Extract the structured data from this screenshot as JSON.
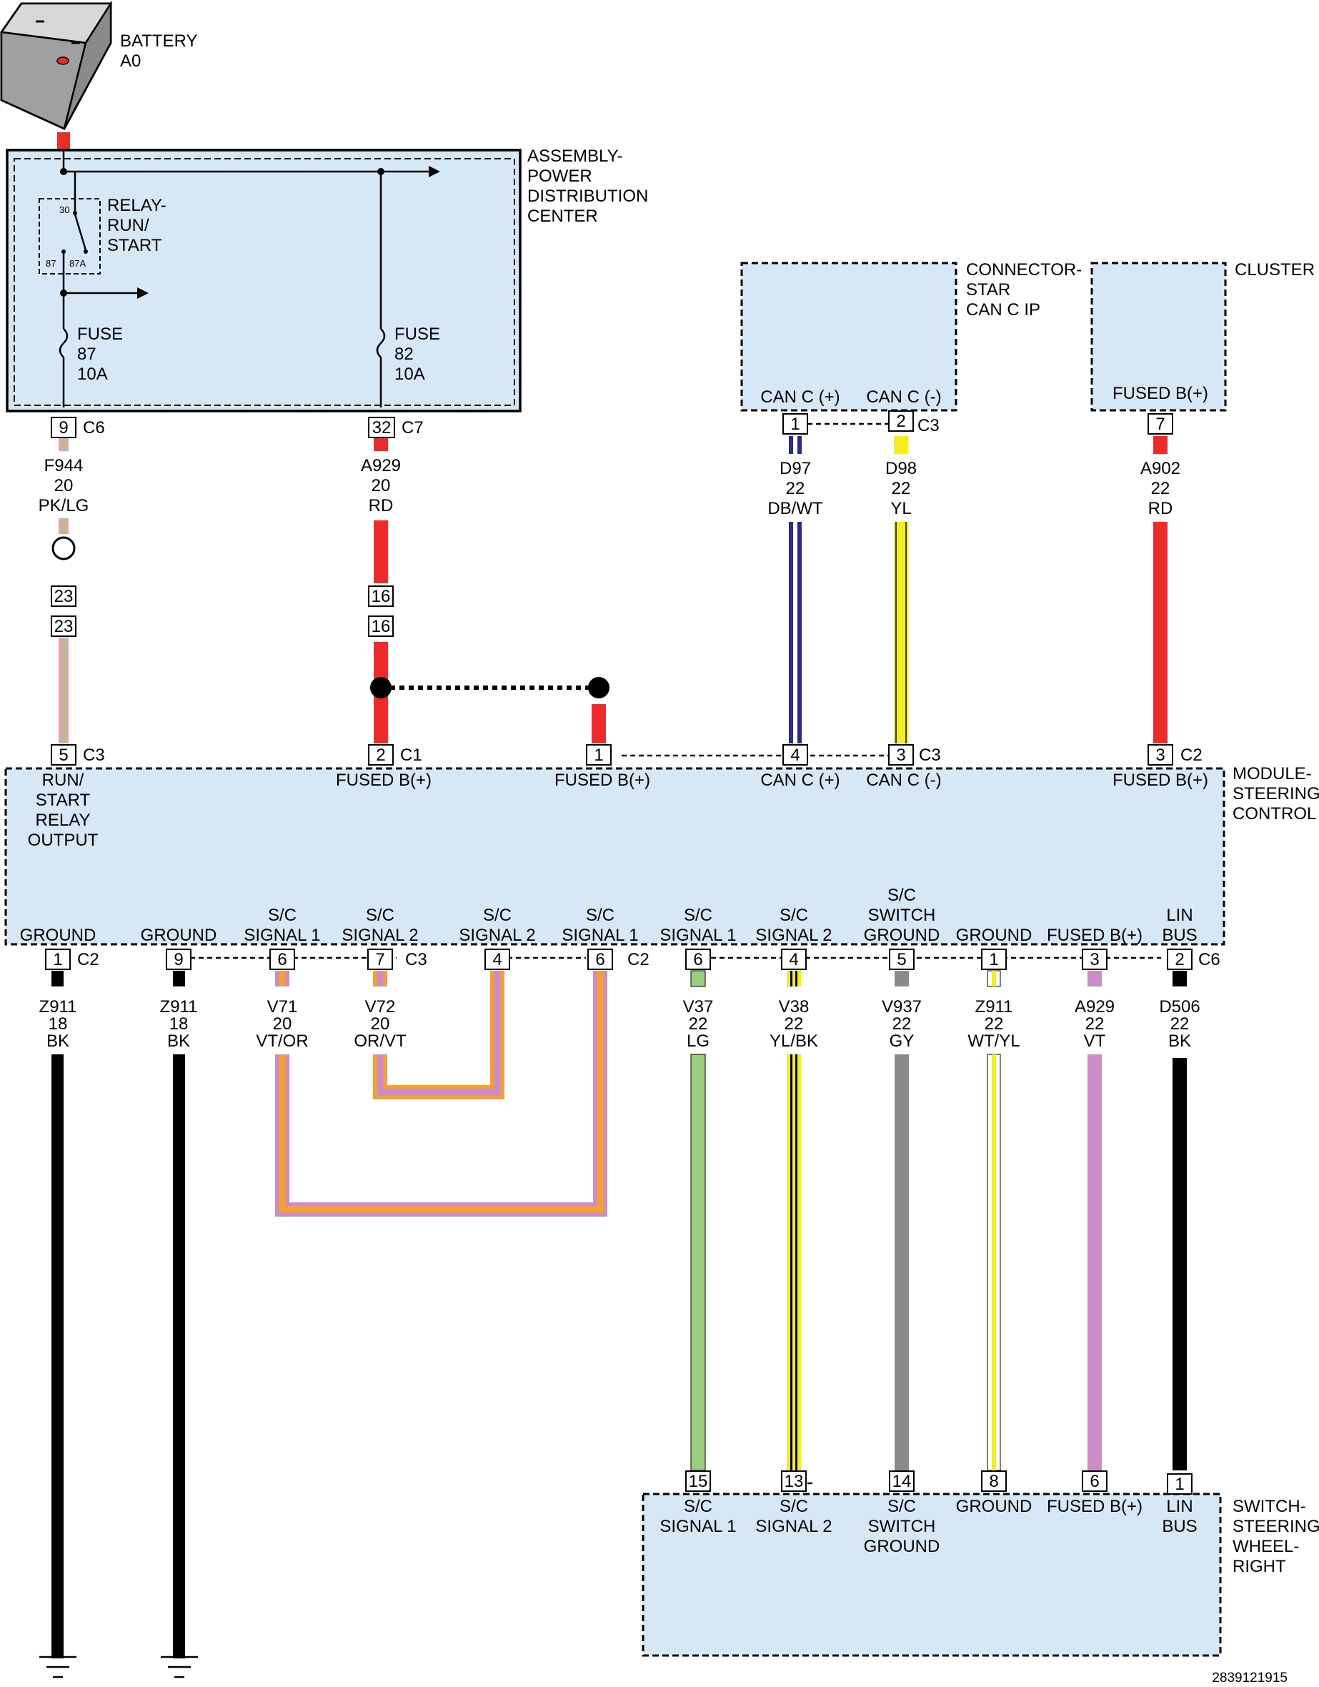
{
  "colors": {
    "module_fill": "#d6e7f5",
    "red": "#ee2a2a",
    "dark_blue": "#2a2a8a",
    "yellow": "#f5ee1e",
    "pink": "#e8a0b4",
    "light_green": "#9ccc7c",
    "violet": "#cc8cc8",
    "orange": "#f5a032",
    "gray": "#8a8a8a",
    "black": "#000000"
  },
  "battery": {
    "label": "BATTERY",
    "code": "A0"
  },
  "pdc": {
    "label": [
      "ASSEMBLY-",
      "POWER",
      "DISTRIBUTION",
      "CENTER"
    ],
    "relay_label": [
      "RELAY-",
      "RUN/",
      "START"
    ],
    "relay_terminals": [
      "30",
      "87",
      "87A"
    ],
    "fuse_left": [
      "FUSE",
      "87",
      "10A"
    ],
    "fuse_right": [
      "FUSE",
      "82",
      "10A"
    ]
  },
  "star": {
    "label": [
      "CONNECTOR-",
      "STAR",
      "CAN C IP"
    ],
    "pin_labels": [
      "CAN C (+)",
      "CAN C (-)"
    ]
  },
  "cluster": {
    "label": "CLUSTER",
    "pin_label": "FUSED B(+)"
  },
  "module": {
    "label": [
      "MODULE-",
      "STEERING",
      "CONTROL"
    ],
    "top_labels": {
      "run_start": [
        "RUN/",
        "START",
        "RELAY",
        "OUTPUT"
      ],
      "fused1": "FUSED B(+)",
      "fused2": "FUSED B(+)",
      "canp": "CAN C (+)",
      "cann": "CAN C (-)",
      "fused3": "FUSED B(+)"
    },
    "bottom_labels": [
      [
        "GROUND"
      ],
      [
        "GROUND"
      ],
      [
        "S/C",
        "SIGNAL 1"
      ],
      [
        "S/C",
        "SIGNAL 2"
      ],
      [
        "S/C",
        "SIGNAL 2"
      ],
      [
        "S/C",
        "SIGNAL 1"
      ],
      [
        "S/C",
        "SIGNAL 1"
      ],
      [
        "S/C",
        "SIGNAL 2"
      ],
      [
        "S/C",
        "SWITCH",
        "GROUND"
      ],
      [
        "GROUND"
      ],
      [
        "FUSED B(+)"
      ],
      [
        "LIN",
        "BUS"
      ]
    ]
  },
  "switch": {
    "label": [
      "SWITCH-",
      "STEERING",
      "WHEEL-",
      "RIGHT"
    ],
    "pin_labels": [
      [
        "S/C",
        "SIGNAL 1"
      ],
      [
        "S/C",
        "SIGNAL 2"
      ],
      [
        "S/C",
        "SWITCH",
        "GROUND"
      ],
      [
        "GROUND"
      ],
      [
        "FUSED B(+)"
      ],
      [
        "LIN",
        "BUS"
      ]
    ],
    "pins": [
      "15",
      "13",
      "14",
      "8",
      "6",
      "1"
    ]
  },
  "pins": {
    "pdc_c6": "9",
    "pdc_c6_conn": "C6",
    "pdc_c7": "32",
    "pdc_c7_conn": "C7",
    "inline_23a": "23",
    "inline_23b": "23",
    "inline_16a": "16",
    "inline_16b": "16",
    "star_1": "1",
    "star_2": "2",
    "star_conn": "C3",
    "cluster_7": "7",
    "mod_5": "5",
    "mod_5_conn": "C3",
    "mod_2": "2",
    "mod_2_conn": "C1",
    "mod_1": "1",
    "mod_4": "4",
    "mod_3": "3",
    "mod_3_conn": "C3",
    "mod_3b": "3",
    "mod_3b_conn": "C2",
    "bot": [
      "1",
      "9",
      "6",
      "7",
      "4",
      "6",
      "6",
      "4",
      "5",
      "1",
      "3",
      "2"
    ],
    "bot_conn": [
      "C2",
      "C3",
      "C2",
      "C6"
    ]
  },
  "wires_top": {
    "f944": [
      "F944",
      "20",
      "PK/LG"
    ],
    "a929": [
      "A929",
      "20",
      "RD"
    ],
    "d97": [
      "D97",
      "22",
      "DB/WT"
    ],
    "d98": [
      "D98",
      "22",
      "YL"
    ],
    "a902": [
      "A902",
      "22",
      "RD"
    ]
  },
  "wires_bottom": [
    [
      "Z911",
      "18",
      "BK"
    ],
    [
      "Z911",
      "18",
      "BK"
    ],
    [
      "V71",
      "20",
      "VT/OR"
    ],
    [
      "V72",
      "20",
      "OR/VT"
    ],
    [
      "V37",
      "22",
      "LG"
    ],
    [
      "V38",
      "22",
      "YL/BK"
    ],
    [
      "V937",
      "22",
      "GY"
    ],
    [
      "Z911",
      "22",
      "WT/YL"
    ],
    [
      "A929",
      "22",
      "VT"
    ],
    [
      "D506",
      "22",
      "BK"
    ]
  ],
  "figure_id": "2839121915"
}
